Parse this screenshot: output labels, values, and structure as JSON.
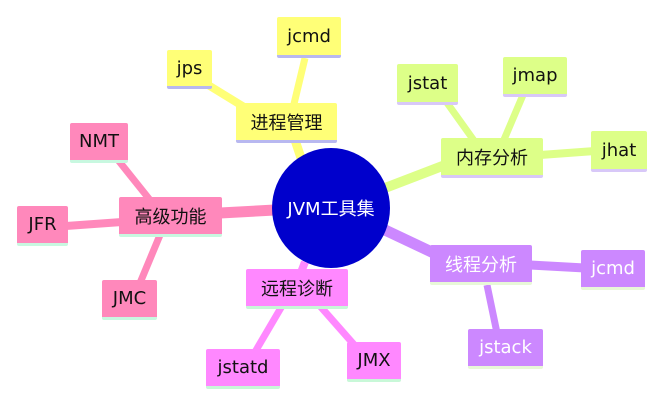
{
  "center": {
    "label": "JVM工具集",
    "color": "#0000cc"
  },
  "branches": [
    {
      "label": "进程管理",
      "color": "#ffff77",
      "children": [
        "jps",
        "jcmd"
      ]
    },
    {
      "label": "内存分析",
      "color": "#ddff88",
      "children": [
        "jstat",
        "jmap",
        "jhat"
      ]
    },
    {
      "label": "线程分析",
      "color": "#cc88ff",
      "children": [
        "jcmd",
        "jstack"
      ]
    },
    {
      "label": "远程诊断",
      "color": "#ff88ff",
      "children": [
        "jstatd",
        "JMX"
      ]
    },
    {
      "label": "高级功能",
      "color": "#ff88bb",
      "children": [
        "NMT",
        "JFR",
        "JMC"
      ]
    }
  ]
}
